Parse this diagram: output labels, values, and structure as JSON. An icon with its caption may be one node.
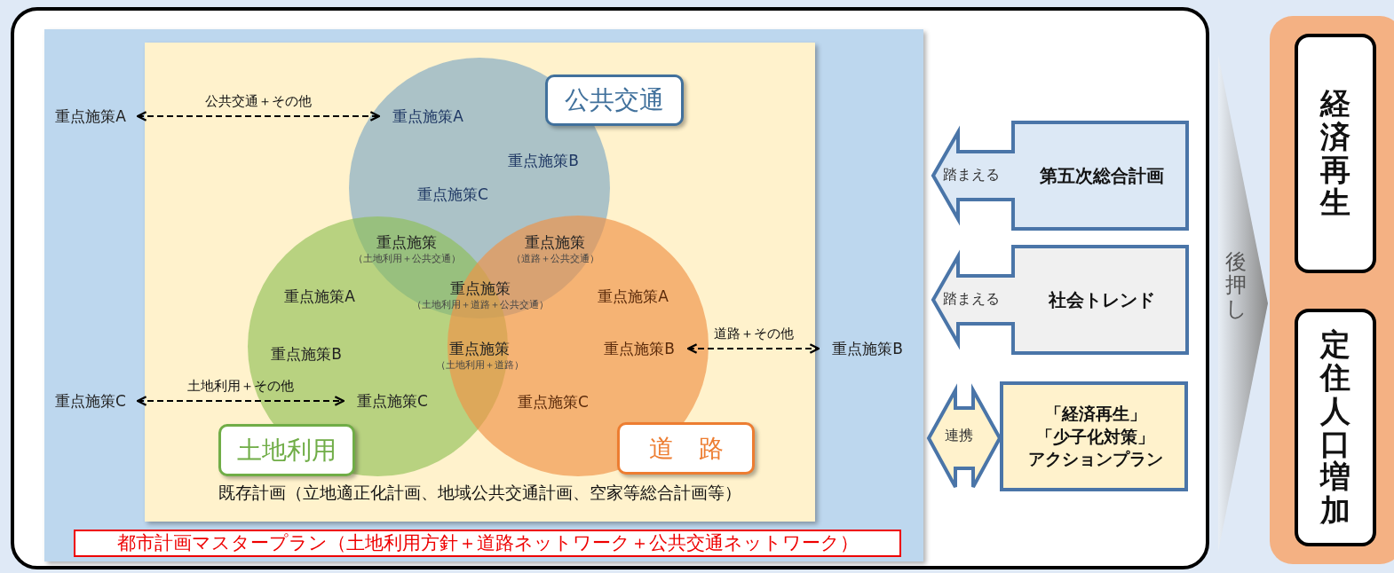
{
  "diagram": {
    "nodes": [
      {
        "text": [
          "都市計画マスタープラン（土地利用方針＋道路ネットワーク＋公共交通ネットワーク）"
        ]
      },
      {
        "text": [
          "既存計画（立地適正化計画、地域公共交通計画、空家等総合計画等）"
        ],
        "in": 0
      },
      {
        "text": [],
        "shape": "circle",
        "in": 1
      },
      {
        "text": [],
        "shape": "circle",
        "in": 1
      },
      {
        "text": [],
        "shape": "circle",
        "in": 1
      },
      {
        "text": [
          "公共交通"
        ],
        "in": 1
      },
      {
        "text": [
          "土地利用"
        ],
        "in": 1
      },
      {
        "text": [
          "道　路"
        ],
        "in": 1
      },
      {
        "text": [
          "重点施策A"
        ],
        "in": 0
      },
      {
        "text": [
          "重点施策A"
        ],
        "in": 2
      },
      {
        "text": [
          "重点施策B"
        ],
        "in": 0
      },
      {
        "text": [
          "重点施策B"
        ],
        "in": 4
      },
      {
        "text": [
          "重点施策C"
        ],
        "in": 0
      },
      {
        "text": [
          "重点施策C"
        ],
        "in": 3
      },
      {
        "text": [
          "踏まえる",
          "第五次総合計画"
        ]
      },
      {
        "text": [
          "踏まえる",
          "社会トレンド"
        ]
      },
      {
        "text": [
          "連携",
          "「経済再生」「少子化対策」アクションプラン"
        ]
      },
      {
        "text": [
          "後押し"
        ]
      },
      {
        "text": [],
        "shape": "box"
      },
      {
        "text": [
          "経済再生"
        ],
        "in": 18
      },
      {
        "text": [
          "定住人口増加"
        ],
        "in": 18
      }
    ],
    "edges": [
      {
        "from": 8,
        "to": 9,
        "arrow": "both",
        "style": "dashed",
        "label": "公共交通＋その他"
      },
      {
        "from": 11,
        "to": 10,
        "arrow": "both",
        "style": "dashed",
        "label": "道路＋その他"
      },
      {
        "from": 12,
        "to": 13,
        "arrow": "both",
        "style": "dashed",
        "label": "土地利用＋その他"
      }
    ],
    "labels": [
      "重点施策B",
      "重点施策C",
      "重点施策",
      "（土地利用＋公共交通）",
      "重点施策",
      "（道路＋公共交通）",
      "重点施策A",
      "重点施策",
      "（土地利用＋道路＋公共交通）",
      "重点施策A",
      "重点施策B",
      "重点施策",
      "（土地利用＋道路）",
      "重点施策C"
    ]
  }
}
